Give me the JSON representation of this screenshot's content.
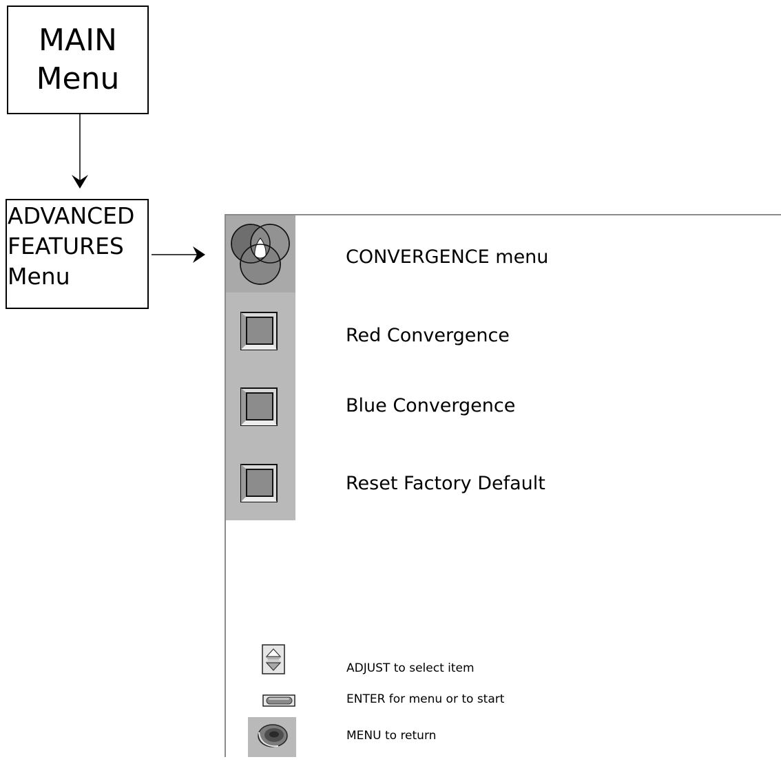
{
  "main_box": {
    "line1": "MAIN",
    "line2": "Menu"
  },
  "advanced_box": {
    "line1": "ADVANCED",
    "line2": "FEATURES",
    "line3": "Menu"
  },
  "menu_items": [
    {
      "label": "CONVERGENCE menu",
      "icon": "convergence-circles-icon"
    },
    {
      "label": "Red Convergence",
      "icon": "square-button-icon"
    },
    {
      "label": "Blue Convergence",
      "icon": "square-button-icon"
    },
    {
      "label": "Reset Factory Default",
      "icon": "square-button-icon"
    }
  ],
  "legend": [
    {
      "text": "ADJUST to select item",
      "icon": "adjust-arrows-icon"
    },
    {
      "text": "ENTER for menu or to start",
      "icon": "enter-button-icon"
    },
    {
      "text": "MENU to return",
      "icon": "menu-button-icon"
    }
  ],
  "colors": {
    "strip": "#b9b9b9",
    "strip_top": "#a9a9a9",
    "square_fill": "#8c8c8c",
    "border": "#8a8a8a"
  }
}
